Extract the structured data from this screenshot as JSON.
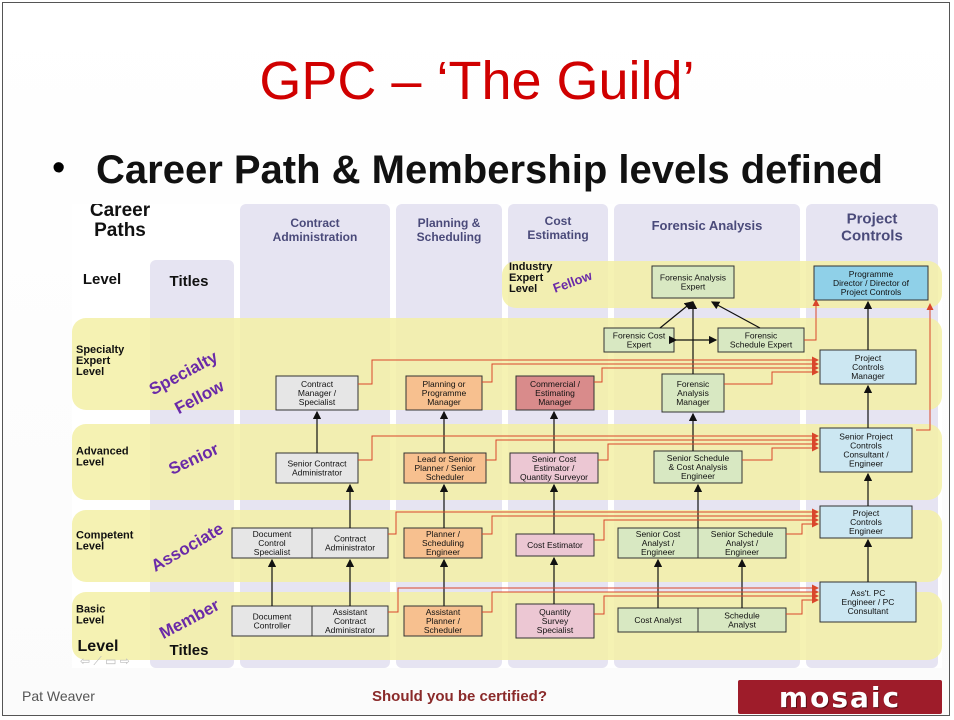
{
  "slide": {
    "title": "GPC – ‘The Guild’",
    "bullet": "Career Path & Membership levels defined",
    "bullet_marker": "•",
    "footer_left": "Pat Weaver",
    "footer_center": "Should you be certified?",
    "logo_text": "mosaic",
    "nav_glyphs": "⇦ ⟋ ▭ ⇨"
  },
  "diagram": {
    "career_paths_label": [
      "Career",
      "Paths"
    ],
    "level_header": "Level",
    "titles_header": "Titles",
    "level_footer": "Level",
    "titles_footer": "Titles",
    "columns": [
      {
        "key": "ca",
        "label": [
          "Contract",
          "Administration"
        ]
      },
      {
        "key": "ps",
        "label": [
          "Planning &",
          "Scheduling"
        ]
      },
      {
        "key": "ce",
        "label": [
          "Cost",
          "Estimating"
        ]
      },
      {
        "key": "fa",
        "label": [
          "Forensic Analysis"
        ]
      },
      {
        "key": "pc",
        "label": [
          "Project",
          "Controls"
        ]
      }
    ],
    "levels": [
      {
        "key": "ie",
        "label": [
          "Industry",
          "Expert",
          "Level"
        ],
        "title": "Fellow"
      },
      {
        "key": "se",
        "label": [
          "Specialty",
          "Expert",
          "Level"
        ],
        "title": [
          "Specialty",
          "Fellow"
        ]
      },
      {
        "key": "adv",
        "label": [
          "Advanced",
          "Level"
        ],
        "title": "Senior"
      },
      {
        "key": "comp",
        "label": [
          "Competent",
          "Level"
        ],
        "title": "Associate"
      },
      {
        "key": "basic",
        "label": [
          "Basic",
          "Level"
        ],
        "title": "Member"
      }
    ],
    "boxes": {
      "fa_expert": [
        "Forensic Analysis",
        "Expert"
      ],
      "pc_director": [
        "Programme",
        "Director / Director of",
        "Project Controls"
      ],
      "fa_cost_expert": [
        "Forensic Cost",
        "Expert"
      ],
      "fa_schedule_expert": [
        "Forensic",
        "Schedule Expert"
      ],
      "ca_manager": [
        "Contract",
        "Manager /",
        "Specialist"
      ],
      "ps_manager": [
        "Planning or",
        "Programme",
        "Manager"
      ],
      "ce_manager": [
        "Commercial /",
        "Estimating",
        "Manager"
      ],
      "fa_manager": [
        "Forensic",
        "Analysis",
        "Manager"
      ],
      "pc_manager": [
        "Project",
        "Controls",
        "Manager"
      ],
      "ca_senior": [
        "Senior Contract",
        "Administrator"
      ],
      "ps_senior": [
        "Lead or Senior",
        "Planner / Senior",
        "Scheduler"
      ],
      "ce_senior": [
        "Senior Cost",
        "Estimator /",
        "Quantity Surveyor"
      ],
      "fa_senior": [
        "Senior Schedule",
        "& Cost Analysis",
        "Engineer"
      ],
      "pc_senior": [
        "Senior Project",
        "Controls",
        "Consultant /",
        "Engineer"
      ],
      "ca_doc_specialist": [
        "Document",
        "Control",
        "Specialist"
      ],
      "ca_contract_admin": [
        "Contract",
        "Administrator"
      ],
      "ps_engineer": [
        "Planner /",
        "Scheduling",
        "Engineer"
      ],
      "ce_estimator": [
        "Cost Estimator"
      ],
      "fa_cost_analyst_eng": [
        "Senior Cost",
        "Analyst /",
        "Engineer"
      ],
      "fa_sched_analyst_eng": [
        "Senior Schedule",
        "Analyst /",
        "Engineer"
      ],
      "pc_engineer": [
        "Project",
        "Controls",
        "Engineer"
      ],
      "ca_doc_controller": [
        "Document",
        "Controller"
      ],
      "ca_asst_admin": [
        "Assistant",
        "Contract",
        "Administrator"
      ],
      "ps_asst": [
        "Assistant",
        "Planner /",
        "Scheduler"
      ],
      "ce_qs": [
        "Quantity",
        "Survey",
        "Specialist"
      ],
      "fa_cost_analyst": [
        "Cost Analyst"
      ],
      "fa_sched_analyst": [
        "Schedule",
        "Analyst"
      ],
      "pc_asst": [
        "Ass't. PC",
        "Engineer / PC",
        "Consultant"
      ]
    },
    "colors": {
      "level_band": "#f3f0a6",
      "column_shade": "#e6e4f2",
      "ca_box": "#e6e6e6",
      "ps_box": "#f7c08f",
      "ce_box": "#ecc7d3",
      "ce_manager_box": "#d98b8b",
      "fa_box": "#d8e8c2",
      "pc_box": "#cce7f2",
      "pc_top_box": "#8fd0e8",
      "title_purple": "#6a2aa8",
      "arrow_red": "#d9462b",
      "title_red": "#d00000"
    }
  }
}
